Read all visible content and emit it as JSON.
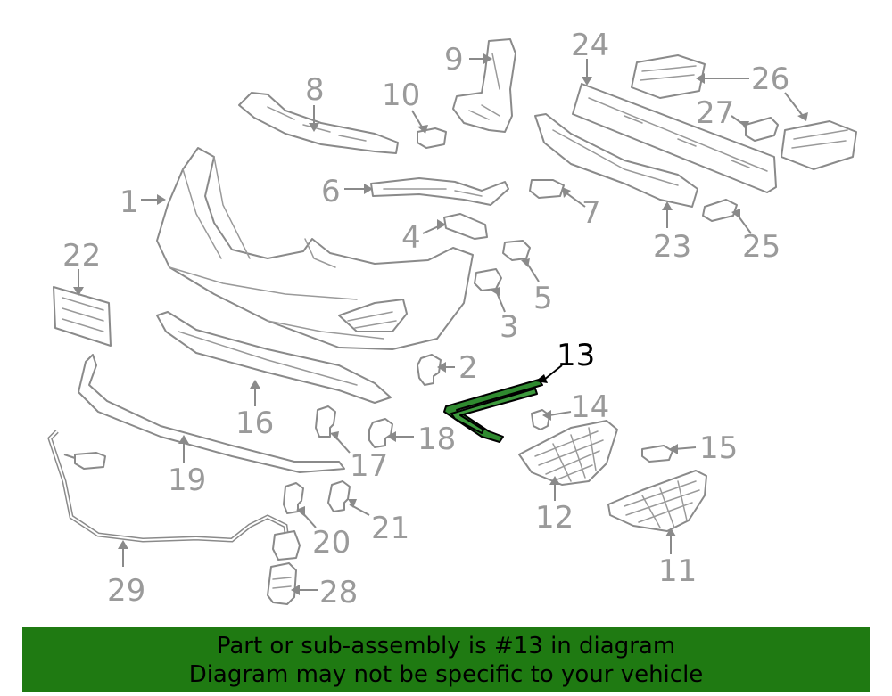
{
  "labels": {
    "p1": "1",
    "p2": "2",
    "p3": "3",
    "p4": "4",
    "p5": "5",
    "p6": "6",
    "p7": "7",
    "p8": "8",
    "p9": "9",
    "p10": "10",
    "p11": "11",
    "p12": "12",
    "p13": "13",
    "p14": "14",
    "p15": "15",
    "p16": "16",
    "p17": "17",
    "p18": "18",
    "p19": "19",
    "p20": "20",
    "p21": "21",
    "p22": "22",
    "p23": "23",
    "p24": "24",
    "p25": "25",
    "p26": "26",
    "p27": "27",
    "p28": "28",
    "p29": "29"
  },
  "highlighted_part": "13",
  "colors": {
    "highlight": "#2f8a2f",
    "banner": "#1f7a12",
    "line": "#8a8a8a"
  },
  "banner": {
    "line1": "Part or sub-assembly is #13 in diagram",
    "line2": "Diagram may not be specific to your vehicle"
  }
}
